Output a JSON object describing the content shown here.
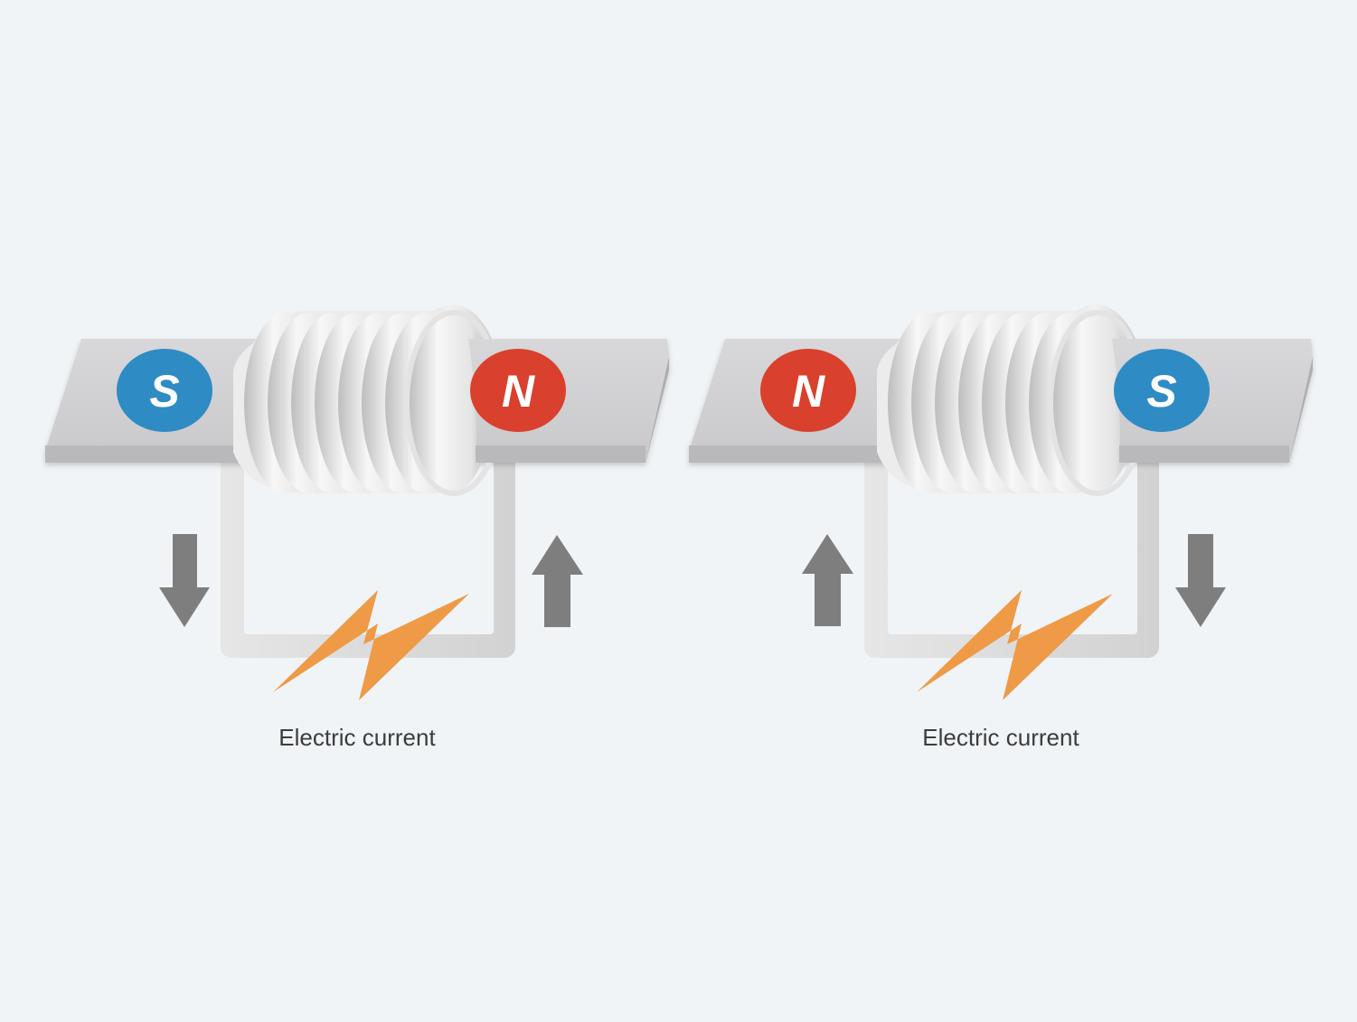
{
  "colors": {
    "background": "#f0f4f7",
    "south_pole": "#2e8bc4",
    "north_pole": "#d9402e",
    "current": "#ee9a46",
    "arrow": "#7e7e7e",
    "bar": "#cfcdcf",
    "coil": "#e9e9e9"
  },
  "left_electromagnet": {
    "left_pole": "S",
    "right_pole": "N",
    "current_label": "Electric current",
    "left_arrow_direction": "down",
    "right_arrow_direction": "up",
    "icons": [
      "current-bolt-icon",
      "arrow-down-icon",
      "arrow-up-icon"
    ]
  },
  "right_electromagnet": {
    "left_pole": "N",
    "right_pole": "S",
    "current_label": "Electric current",
    "left_arrow_direction": "up",
    "right_arrow_direction": "down",
    "icons": [
      "current-bolt-icon",
      "arrow-up-icon",
      "arrow-down-icon"
    ]
  }
}
